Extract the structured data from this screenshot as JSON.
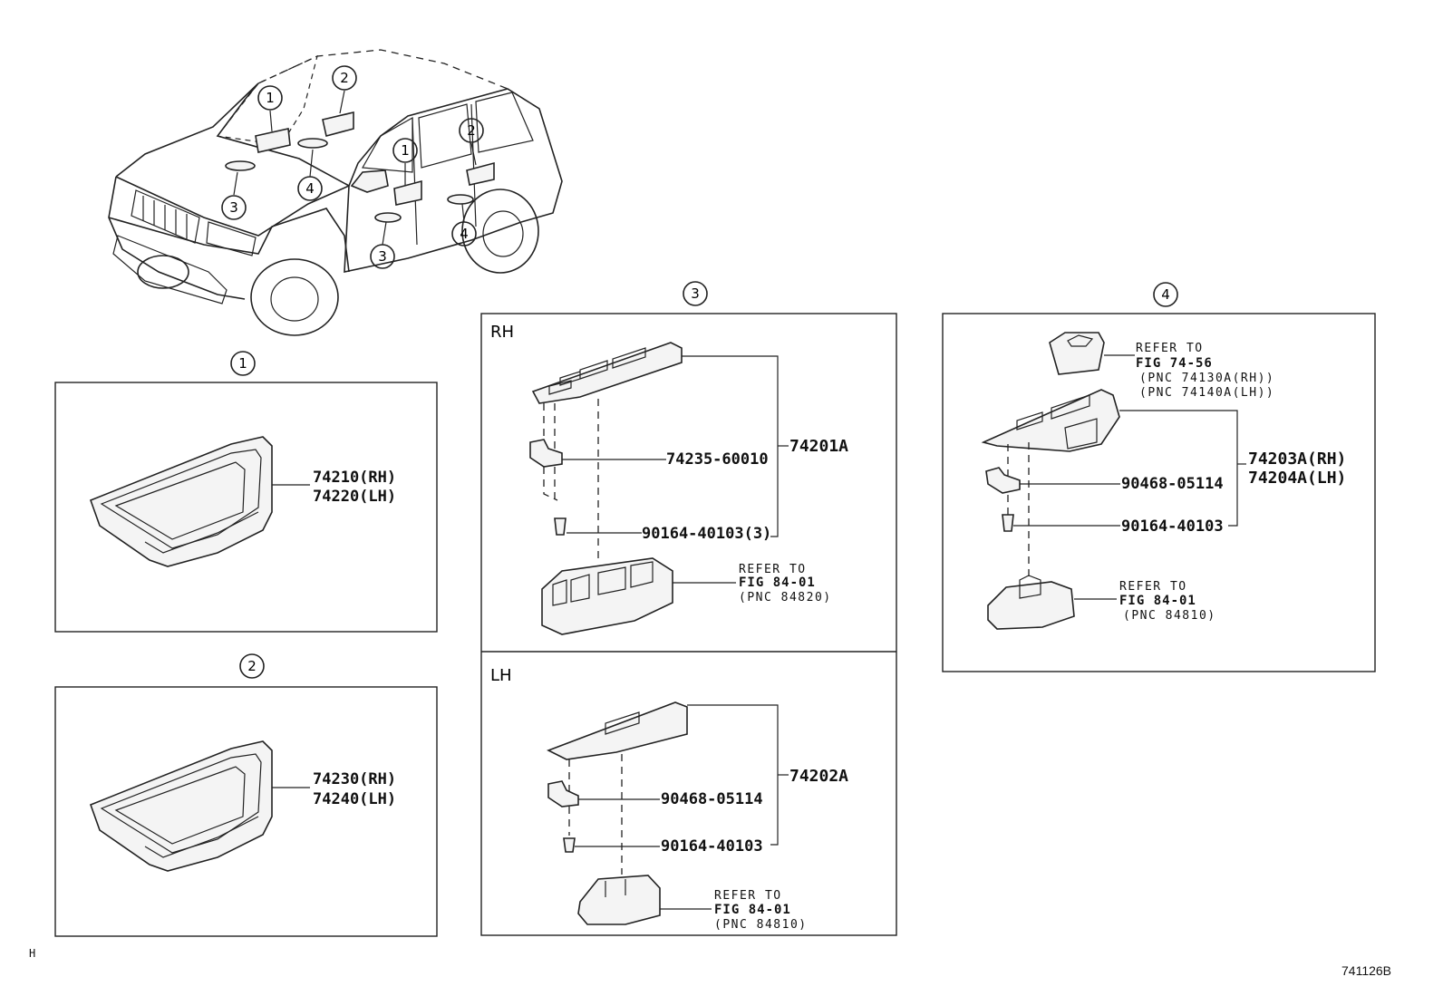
{
  "callouts": [
    "1",
    "2",
    "3",
    "4"
  ],
  "box1": {
    "callout": "1",
    "part_rh": "74210(RH)",
    "part_lh": "74220(LH)"
  },
  "box2": {
    "callout": "2",
    "part_rh": "74230(RH)",
    "part_lh": "74240(LH)"
  },
  "box3": {
    "callout": "3",
    "rh": {
      "label": "RH",
      "assembly": "74201A",
      "clip": "74235-60010",
      "screw": "90164-40103(3)",
      "refer_to": "REFER TO",
      "fig": "FIG 84-01",
      "pnc": "(PNC 84820)"
    },
    "lh": {
      "label": "LH",
      "assembly": "74202A",
      "clip": "90468-05114",
      "screw": "90164-40103",
      "refer_to": "REFER TO",
      "fig": "FIG 84-01",
      "pnc": "(PNC 84810)"
    }
  },
  "box4": {
    "callout": "4",
    "assembly_rh": "74203A(RH)",
    "assembly_lh": "74204A(LH)",
    "clip": "90468-05114",
    "screw": "90164-40103",
    "ref_top": {
      "refer_to": "REFER TO",
      "fig": "FIG 74-56",
      "pnc_rh": "(PNC 74130A(RH))",
      "pnc_lh": "(PNC 74140A(LH))"
    },
    "ref_bottom": {
      "refer_to": "REFER TO",
      "fig": "FIG 84-01",
      "pnc": "(PNC 84810)"
    }
  },
  "corner_mark": "H",
  "figure_id": "741126B"
}
